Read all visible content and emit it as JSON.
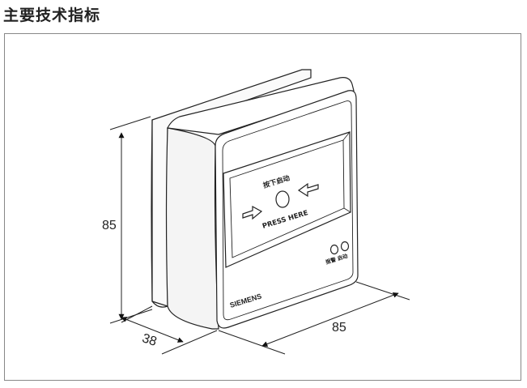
{
  "section_title": "主要技术指标",
  "device": {
    "button_label_cn": "按下启动",
    "button_label_en": "PRESS HERE",
    "indicator_label": "报警 启动",
    "brand": "SIEMENS"
  },
  "dimensions": {
    "height": "85",
    "depth": "38",
    "width": "85"
  }
}
